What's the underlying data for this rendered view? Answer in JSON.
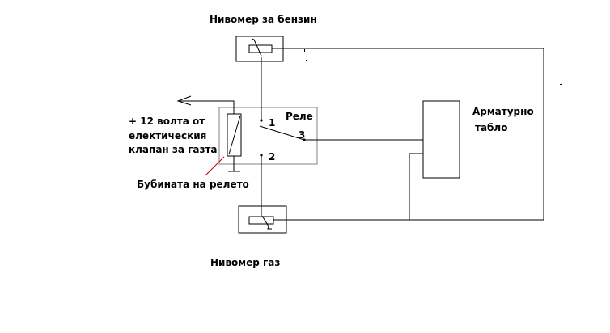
{
  "labels": {
    "fuel_gauge_petrol": "Нивомер за бензин",
    "fuel_gauge_gas": "Нивомер газ",
    "relay": "Реле",
    "dashboard_line1": "Арматурно",
    "dashboard_line2": "табло",
    "supply_line1": "+ 12 волта от",
    "supply_line2": "електическия",
    "supply_line3": "клапан за газта",
    "coil": "Бубината на релето"
  },
  "relay_pins": {
    "pin1": "1",
    "pin2": "2",
    "pin3": "3"
  },
  "colors": {
    "wire": "#000000",
    "relay_border": "#808080",
    "coil_pointer": "#c00000",
    "background": "#ffffff"
  }
}
